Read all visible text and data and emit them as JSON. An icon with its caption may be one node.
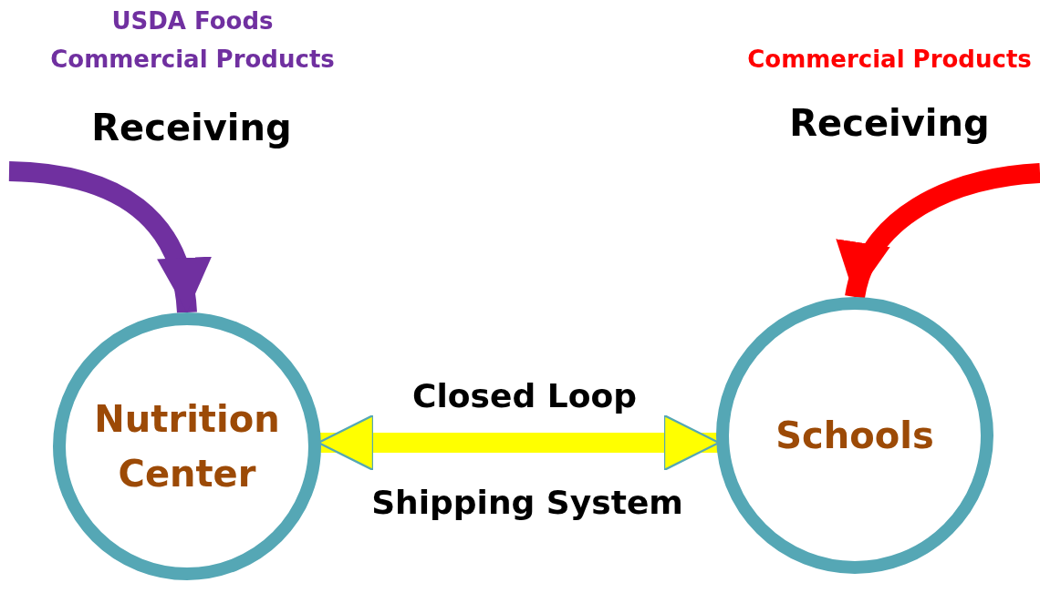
{
  "diagram": {
    "nodes": [
      {
        "text": [
          "Nutrition Center"
        ]
      },
      {
        "text": [
          "Schools"
        ]
      }
    ],
    "edges": [
      {
        "from": null,
        "to": 0,
        "arrow": "to",
        "label": "Receiving",
        "color": "#7030a0"
      },
      {
        "from": null,
        "to": 1,
        "arrow": "to",
        "label": "Receiving",
        "color": "#ff0000"
      },
      {
        "from": 0,
        "to": 1,
        "arrow": "both",
        "color": "#ffff00"
      }
    ],
    "labels": [
      "USDA Foods",
      "Commercial Products",
      "Commercial Products",
      "Closed Loop",
      "Shipping System"
    ]
  }
}
